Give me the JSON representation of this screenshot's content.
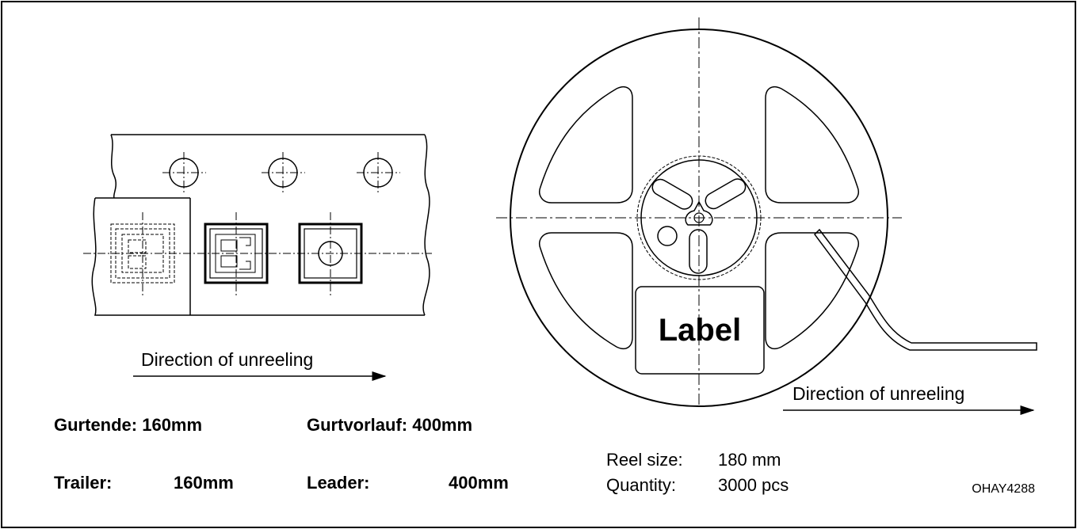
{
  "tape": {
    "direction_label": "Direction of unreeling"
  },
  "reel": {
    "label_text": "Label",
    "direction_label": "Direction of unreeling"
  },
  "specs": {
    "gurtende": "Gurtende: 160mm",
    "gurtvorlauf": "Gurtvorlauf: 400mm",
    "trailer_label": "Trailer:",
    "trailer_value": "160mm",
    "leader_label": "Leader:",
    "leader_value": "400mm"
  },
  "reel_info": {
    "size_label": "Reel size:",
    "size_value": "180 mm",
    "quantity_label": "Quantity:",
    "quantity_value": "3000 pcs"
  },
  "drawing_id": "OHAY4288"
}
